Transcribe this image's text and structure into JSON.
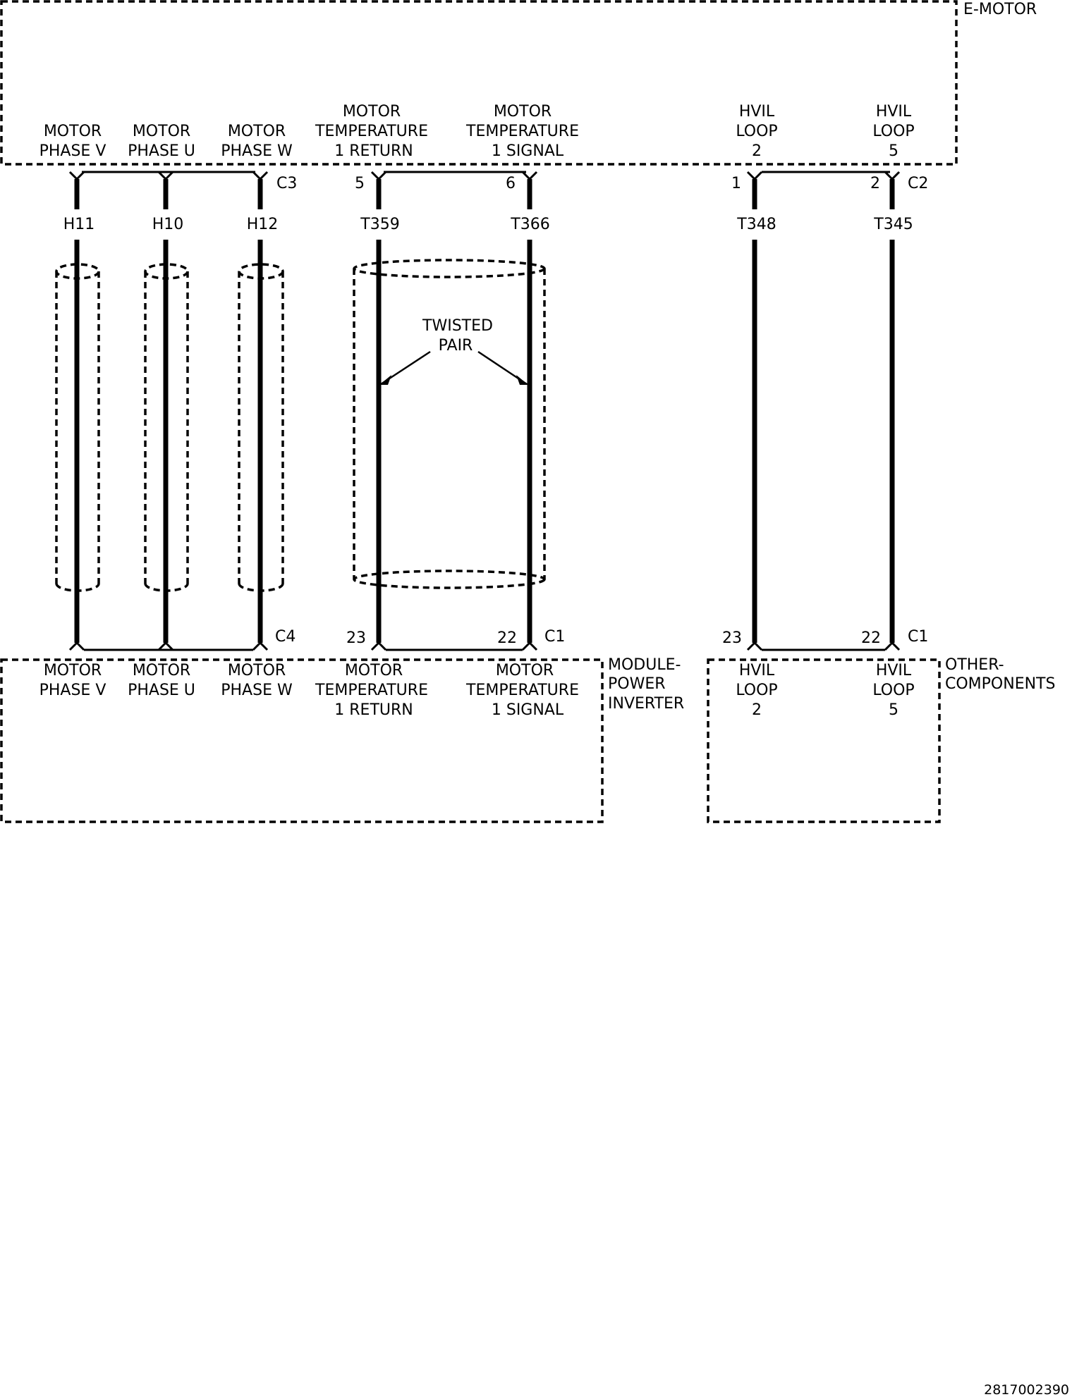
{
  "components": {
    "emotor": {
      "label": "E-MOTOR"
    },
    "inverter": {
      "label_lines": [
        "MODULE-",
        "POWER",
        "INVERTER"
      ]
    },
    "other": {
      "label_lines": [
        "OTHER-",
        "COMPONENTS"
      ]
    }
  },
  "connectors": {
    "top_phase": "C3",
    "top_hvil": "C2",
    "bottom_phase": "C4",
    "bottom_temp": "C1",
    "bottom_hvil": "C1"
  },
  "annotation": {
    "lines": [
      "TWISTED",
      "PAIR"
    ]
  },
  "circuits": [
    {
      "id": "h11",
      "top_label": [
        "MOTOR",
        "PHASE V"
      ],
      "bottom_label": [
        "MOTOR",
        "PHASE V"
      ],
      "wire": "H11",
      "top_pin": "",
      "bottom_pin": ""
    },
    {
      "id": "h10",
      "top_label": [
        "MOTOR",
        "PHASE U"
      ],
      "bottom_label": [
        "MOTOR",
        "PHASE U"
      ],
      "wire": "H10",
      "top_pin": "",
      "bottom_pin": ""
    },
    {
      "id": "h12",
      "top_label": [
        "MOTOR",
        "PHASE W"
      ],
      "bottom_label": [
        "MOTOR",
        "PHASE W"
      ],
      "wire": "H12",
      "top_pin": "",
      "bottom_pin": ""
    },
    {
      "id": "t359",
      "top_label": [
        "MOTOR",
        "TEMPERATURE",
        "1 RETURN"
      ],
      "bottom_label": [
        "MOTOR",
        "TEMPERATURE",
        "1 RETURN"
      ],
      "wire": "T359",
      "top_pin": "5",
      "bottom_pin": "23"
    },
    {
      "id": "t366",
      "top_label": [
        "MOTOR",
        "TEMPERATURE",
        "1 SIGNAL"
      ],
      "bottom_label": [
        "MOTOR",
        "TEMPERATURE",
        "1 SIGNAL"
      ],
      "wire": "T366",
      "top_pin": "6",
      "bottom_pin": "22"
    },
    {
      "id": "t348",
      "top_label": [
        "HVIL",
        "LOOP",
        "2"
      ],
      "bottom_label": [
        "HVIL",
        "LOOP",
        "2"
      ],
      "wire": "T348",
      "top_pin": "1",
      "bottom_pin": "23"
    },
    {
      "id": "t345",
      "top_label": [
        "HVIL",
        "LOOP",
        "5"
      ],
      "bottom_label": [
        "HVIL",
        "LOOP",
        "5"
      ],
      "wire": "T345",
      "top_pin": "2",
      "bottom_pin": "22"
    }
  ],
  "footer": {
    "code": "2817002390"
  }
}
